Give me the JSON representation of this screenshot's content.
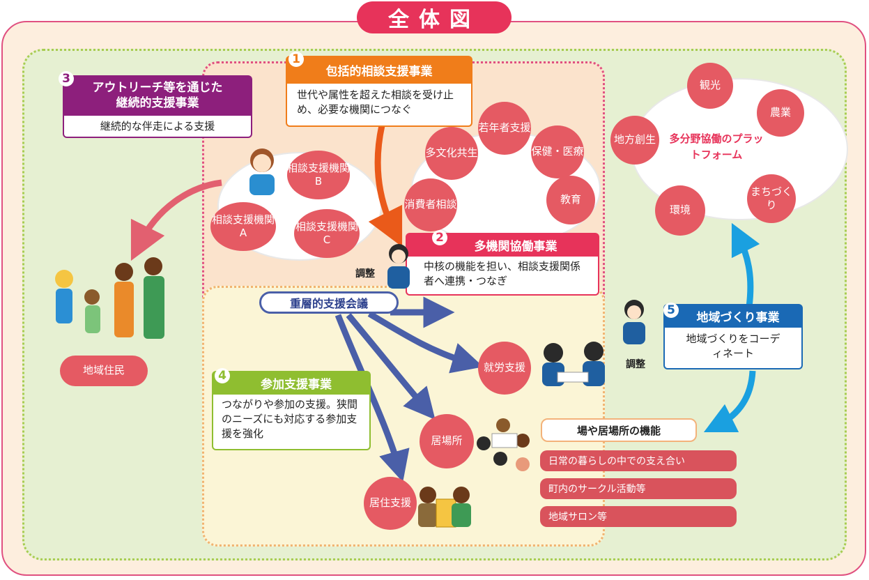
{
  "title": "全体図",
  "projects": {
    "p1": {
      "num": "1",
      "title": "包括的相談支援事業",
      "body": "世代や属性を超えた相談を受け止め、必要な機関につなぐ"
    },
    "p2": {
      "num": "2",
      "title": "多機関協働事業",
      "body": "中核の機能を担い、相談支援関係者へ連携・つなぎ"
    },
    "p3": {
      "num": "3",
      "title_line1": "アウトリーチ等を通じた",
      "title_line2": "継続的支援事業",
      "body": "継続的な伴走による支援"
    },
    "p4": {
      "num": "4",
      "title": "参加支援事業",
      "body": "つながりや参加の支援。狭間のニーズにも対応する参加支援を強化"
    },
    "p5": {
      "num": "5",
      "title": "地域づくり事業",
      "body": "地域づくりをコーディネート"
    }
  },
  "consult_agencies": [
    "相談支援機関 B",
    "相談支援機関 A",
    "相談支援機関 C"
  ],
  "fields": [
    "多文化共生",
    "若年者支援",
    "保健・医療",
    "消費者相談",
    "教育"
  ],
  "platform": {
    "label": "多分野協働のプラットフォーム",
    "items": [
      "観光",
      "農業",
      "地方創生",
      "まちづくり",
      "環境"
    ]
  },
  "meeting": "重層的支援会議",
  "adjust_label": "調整",
  "residents": "地域住民",
  "support_circles": {
    "work": "就労支援",
    "place": "居場所",
    "housing": "居住支援"
  },
  "place_function": {
    "title": "場や居場所の機能",
    "items": [
      "日常の暮らしの中での支え合い",
      "町内のサークル活動等",
      "地域サロン等"
    ]
  },
  "colors": {
    "pink": "#e7335a",
    "orange": "#f07d1a",
    "purple": "#8d1f7c",
    "green": "#8fbe30",
    "blue": "#1a69b5",
    "circle": "#e55a63",
    "arrow_blue": "#4a5fa8",
    "arrow_cyan": "#1aa0e0"
  }
}
